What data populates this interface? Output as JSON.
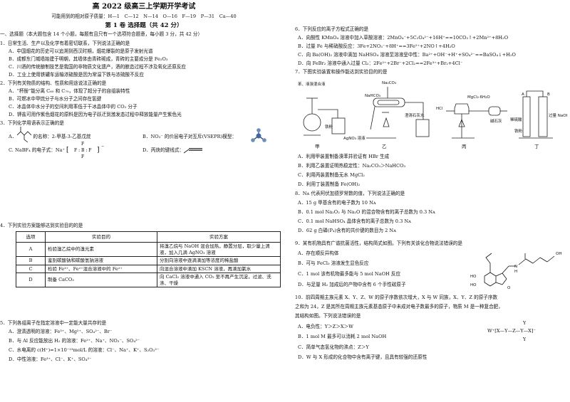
{
  "title": "高 2022 级高三上学期开学考试",
  "atomic_masses": "可能用到的相对原子质量：H—1　C—12　N—14　O—16　F—19　P—31　Ca—40",
  "part1": {
    "heading": "第 1 卷  选择题（共 42 分）",
    "section_intro": "一、选择题（本大题包含 14 个小题，每题有且只有一个选项符合题意，每小题 3 分，共 42 分）"
  },
  "q1": {
    "stem": "1．日常生活、生产以及化学有着密切联系，下列说法正确的是",
    "A": "A．中国烟花的历史可以追溯到西汉时期，烟花爆裂的是原子发射光谱",
    "B": "B．成都东门城墙始建于明朝，其墙体由青砖砌成，青砖的主要成分是 Fe₂O₃",
    "C": "C．川酒的传统酿制技艺是我国的非物质文化遗产，酒的酿造过程不涉及氧化还原反应",
    "D": "D．工业上使用铁罐车运输浓硫酸是因为常温下铁与浓硫酸不反应"
  },
  "q2": {
    "stem": "2．下列有关物质的结构、性质和用途说法正确的是",
    "A": "A．“杯酚”能分离 C₆₀ 和 C₇₀，体现了超分子的自组装特性",
    "B": "B．可燃冰中甲烷分子与水分子之间存在氢键",
    "C": "C．冰晶体中水分子的空间利用率低于干冰晶体中的 CO₂ 分子",
    "D": "D．钾盐可用作紫色烟花的原料是因为电子跃迁到激发态过程中释放能量产生紫色光"
  },
  "q3": {
    "stem": "3．下列化学用语表示正确的是",
    "A": "A．　　　　的名称：2-甲基-3-乙基戊烷",
    "B": "B．NO₃⁻ 的价层电子对互斥(VSEPR)模型：",
    "C": "C. NaBF₄ 的电子式：Na⁺",
    "D": "D．丙炔的键线式："
  },
  "q4": {
    "stem": "4．下列实验方案能够达到实验目的的是",
    "headers": [
      "选项",
      "实验目的",
      "实验方案"
    ],
    "rows": [
      [
        "A",
        "检验溴乙烷中的溴元素",
        "将溴乙烷与 NaOH 混合加热，静置分层，取少量上清液，加入几滴 AgNO₃ 溶液"
      ],
      [
        "B",
        "鉴别碳酸钠和碳酸氢钠溶液",
        "分别向溶液中逐滴滴加等浓度的稀盐酸"
      ],
      [
        "C",
        "检验 Fe³⁺、Fe²⁺混合溶液中的 Fe²⁺",
        "向混合溶液中滴加 KSCN 溶液，再滴加氯水"
      ],
      [
        "D",
        "制备 CaCO₃",
        "向 CaCl₂ 溶液中通入 CO₂ 至不再产生沉淀，过滤、洗涤、干燥"
      ]
    ]
  },
  "q5": {
    "stem": "5．下列各组离子在指定溶液中一定能大量共存的是",
    "A": "A．澄清透明的溶液：Fe³⁺、Mg²⁺、SO₄²⁻、Br⁻",
    "B": "B．与 Al 反应能放出 H₂ 的溶液：Fe²⁺、Na⁺、NO₃⁻、SO₄²⁻",
    "C": "C．水电离的 c(H⁺)=1×10⁻¹³mol/L 的溶液：Cl⁻、Na⁺、K⁺、S₂O₃²⁻",
    "D": "D．中性溶液：Fe³⁺、Cl⁻、K⁺、SO₄²⁻"
  },
  "q6": {
    "stem": "6．下列反应的离子方程式正确的是",
    "A": "A．向酸性 KMnO₄ 溶液中加入草酸溶液：2MnO₄⁻+5C₂O₄²⁻+16H⁺==10CO₂↑+2Mn²⁺+8H₂O",
    "B": "B．过量 Fe 与稀硝酸反应：3Fe+2NO₃⁻+8H⁺==3Fe²⁺+2NO↑+4H₂O",
    "C": "C．向 Ba(OH)₂ 溶液中滴加 NaHSO₄ 溶液至溶液呈中性：Ba²⁺+OH⁻+H⁺+SO₄²⁻==BaSO₄↓+H₂O",
    "D": "D．向 FeBr₂ 溶液中通入过量 Cl₂：2Fe²⁺+2Br⁻+2Cl₂==2Fe³⁺+Br₂+4Cl⁻"
  },
  "q7": {
    "stem": "7．下图实验装置和操作能达到实验目的的是",
    "fig_labels": {
      "jia": "甲",
      "yi": "乙",
      "bing": "丙",
      "ding": "丁",
      "l1": "苯、液溴混合液",
      "l2": "铁粉",
      "l3": "AgNO₃ 溶液",
      "l4": "Na₂CO₃",
      "l5": "NaHCO₃",
      "l6": "澄清石灰水",
      "l7": "MgCl₂·6H₂O",
      "l8": "HCl",
      "l9": "碱石灰",
      "l10": "稀硫酸",
      "l11": "铁粉",
      "l12": "过量 NaOH 溶液",
      "l13": "A",
      "l14": "B"
    },
    "A": "A．利用甲装置制备溴苯并验证有 HBr 生成",
    "B": "B．利用乙装置证明热稳定性：Na₂CO₃＞NaHCO₃",
    "C": "C．利用丙装置制备无水 MgCl₂",
    "D": "D．利用丁装置制备 Fe(OH)₂"
  },
  "q8": {
    "stem": "8．Nᴀ 代表阿伏加德罗常数的值，下列说法正确的是",
    "A": "A．15 g 甲基含有的电子数为 10 Nᴀ",
    "B": "B．0.1 mol Na₂O₂ 与 Na₂O 的混合物含有的离子总数为 0.3 Nᴀ",
    "C": "C．0.1 mol NaHSO₄ 晶体含有的离子总数为 0.3 Nᴀ",
    "D": "D．62 g 白磷(P₄)含有的共价键的数目为 2 Nᴀ"
  },
  "q9": {
    "stem": "9．某有机物具有广谱抗菌活性，结构简式如图。下列有关该化合物说法错误的是",
    "A": "A．存在顺反异构体",
    "B": "B．可与 FeCl₃ 溶液发生显色反应",
    "C": "C．1 mol 该有机物最多能与 5 mol NaOH 反应",
    "D": "D．与足量 H₂ 加成后的产物中含有 6 个手性碳原子",
    "struct": {
      "oh1": "HO",
      "oh2": "HO",
      "oh3": "OH",
      "nh": "N",
      "h": "H",
      "o": "O"
    }
  },
  "q10": {
    "stem1": "10．前四周期主族元素 X、Y、Z、W 的原子序数依次增大，X 与 W 同族，X、Y、Z 的原子序数",
    "stem2": "之和为 24，Z 是其所在周期主族元素基态原子中未成对电子数最多的原子，物质 M 是一种复合肥，",
    "stem3": "其结构如图。下列说法错误的是",
    "A": "A．电负性：Y＞Z＞X＞W",
    "B": "B．1 mol M 最多可以消耗 2 mol NaOH",
    "C": "C．简单气态氢化物的沸点：Z＞Y",
    "D": "D．W 与 X 形成的化合物中含有离子键，且具有较强的还原性",
    "struct_main": "W⁺[X—Y—Z—Y—X]⁻",
    "struct_y": "Y"
  }
}
